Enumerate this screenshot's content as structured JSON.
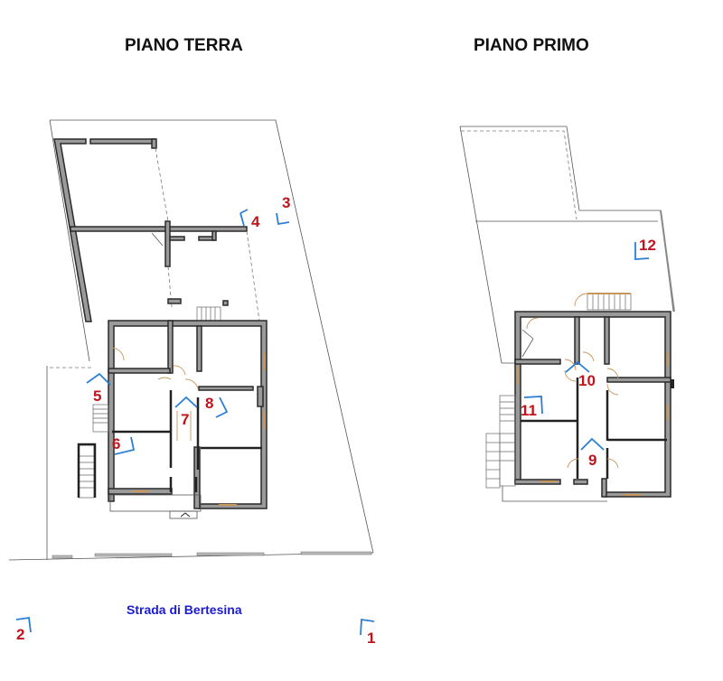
{
  "titles": {
    "ground_floor": "PIANO TERRA",
    "first_floor": "PIANO PRIMO"
  },
  "street_label": "Strada di Bertesina",
  "view_markers": [
    {
      "id": "1",
      "label": "1"
    },
    {
      "id": "2",
      "label": "2"
    },
    {
      "id": "3",
      "label": "3"
    },
    {
      "id": "4",
      "label": "4"
    },
    {
      "id": "5",
      "label": "5"
    },
    {
      "id": "6",
      "label": "6"
    },
    {
      "id": "7",
      "label": "7"
    },
    {
      "id": "8",
      "label": "8"
    },
    {
      "id": "9",
      "label": "9"
    },
    {
      "id": "10",
      "label": "10"
    },
    {
      "id": "11",
      "label": "11"
    },
    {
      "id": "12",
      "label": "12"
    }
  ],
  "colors": {
    "marker_number": "#c0141c",
    "view_arrow": "#2a7fd4",
    "street_text": "#1a1adc",
    "wall_fill": "#9a9a9a",
    "door_window": "#c8955a"
  }
}
